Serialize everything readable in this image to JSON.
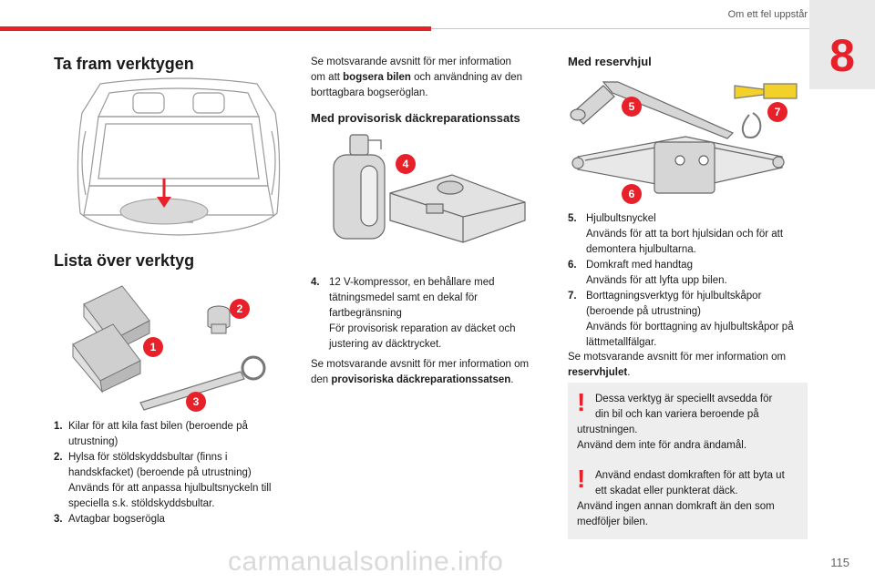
{
  "header": {
    "section_title": "Om ett fel uppstår",
    "chapter_number": "8"
  },
  "footer": {
    "page_number": "115",
    "watermark": "carmanualsonline.info"
  },
  "col1": {
    "title1": "Ta fram verktygen",
    "title2": "Lista över verktyg",
    "items": [
      {
        "num": "1.",
        "lines": [
          "Kilar för att kila fast bilen (beroende på",
          "utrustning)"
        ]
      },
      {
        "num": "2.",
        "lines": [
          "Hylsa för stöldskyddsbultar (finns i",
          "handskfacket) (beroende på utrustning)",
          "Används för att anpassa hjulbultsnyckeln till",
          "speciella s.k. stöldskyddsbultar."
        ]
      },
      {
        "num": "3.",
        "lines": [
          "Avtagbar bogserögla"
        ]
      }
    ],
    "callouts": [
      "1",
      "2",
      "3"
    ]
  },
  "col2": {
    "intro_l1": "Se motsvarande avsnitt för mer information",
    "intro_l2a": "om att ",
    "intro_l2b": "bogsera bilen",
    "intro_l2c": " och användning av den",
    "intro_l3": "borttagbara bogseröglan.",
    "subtitle": "Med provisorisk däckreparationssats",
    "callout": "4",
    "item_num": "4.",
    "item_lines": [
      "12 V-kompressor, en behållare med",
      "tätningsmedel samt en dekal för",
      "fartbegränsning",
      "För provisorisk reparation av däcket och",
      "justering av däcktrycket."
    ],
    "outro_l1": "Se motsvarande avsnitt för mer information om",
    "outro_l2a": "den ",
    "outro_l2b": "provisoriska däckreparationssatsen",
    "outro_l2c": "."
  },
  "col3": {
    "subtitle": "Med reservhjul",
    "callouts": [
      "5",
      "6",
      "7"
    ],
    "items": [
      {
        "num": "5.",
        "lines": [
          "Hjulbultsnyckel",
          "Används för att ta bort hjulsidan och för att",
          "demontera hjulbultarna."
        ]
      },
      {
        "num": "6.",
        "lines": [
          "Domkraft med handtag",
          "Används för att lyfta upp bilen."
        ]
      },
      {
        "num": "7.",
        "lines": [
          "Borttagningsverktyg för hjulbultskåpor",
          "(beroende på utrustning)",
          "Används för borttagning av hjulbultskåpor på",
          "lättmetallfälgar."
        ]
      }
    ],
    "more_l1": "Se motsvarande avsnitt för mer information om",
    "more_l2": "reservhjulet",
    "more_l2_end": ".",
    "warn1": [
      "Dessa verktyg är speciellt avsedda för",
      "din bil och kan variera beroende på",
      "utrustningen.",
      "Använd dem inte för andra ändamål."
    ],
    "warn2": [
      "Använd endast domkraften för att byta ut",
      "ett skadat eller punkterat däck.",
      "Använd ingen annan domkraft än den som",
      "medföljer bilen."
    ]
  },
  "colors": {
    "accent": "#e8202a",
    "warn_bg": "#eeeeee"
  }
}
